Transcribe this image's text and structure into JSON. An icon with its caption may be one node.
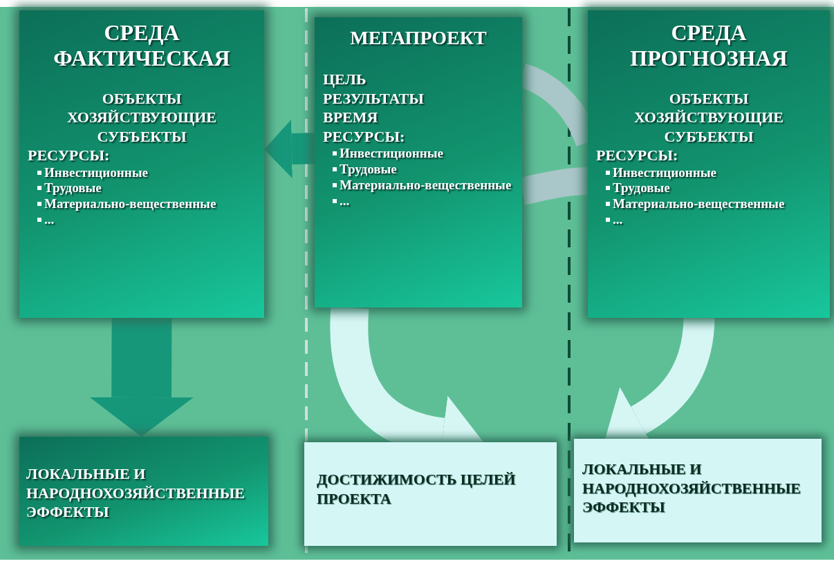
{
  "diagram": {
    "nodes": [
      {
        "text": [
          "СРЕДА ФАКТИЧЕСКАЯ",
          "ОБЪЕКТЫ ХОЗЯЙСТВУЮЩИЕ СУБЪЕКТЫ",
          "РЕСУРСЫ:",
          "Инвестиционные",
          "Трудовые",
          "Материально-вещественные",
          "..."
        ]
      },
      {
        "text": [
          "МЕГАПРОЕКТ",
          "ЦЕЛЬ",
          "РЕЗУЛЬТАТЫ",
          "ВРЕМЯ",
          "РЕСУРСЫ:",
          "Инвестиционные",
          "Трудовые",
          "Материально-вещественные",
          "..."
        ]
      },
      {
        "text": [
          "СРЕДА ПРОГНОЗНАЯ",
          "ОБЪЕКТЫ ХОЗЯЙСТВУЮЩИЕ СУБЪЕКТЫ",
          "РЕСУРСЫ:",
          "Инвестиционные",
          "Трудовые",
          "Материально-вещественные",
          "..."
        ]
      },
      {
        "text": [
          "ЛОКАЛЬНЫЕ И НАРОДНОХОЗЯЙСТВЕННЫЕ ЭФФЕКТЫ"
        ]
      },
      {
        "text": [
          "ДОСТИЖИМОСТЬ ЦЕЛЕЙ ПРОЕКТА"
        ]
      },
      {
        "text": [
          "ЛОКАЛЬНЫЕ И НАРОДНОХОЗЯЙСТВЕННЫЕ ЭФФЕКТЫ"
        ]
      }
    ],
    "edges": [
      {
        "from": 1,
        "to": 0,
        "arrow": "to",
        "color": "#17977a"
      },
      {
        "from": 0,
        "to": 3,
        "arrow": "to",
        "style": "thick",
        "color": "#17977a"
      },
      {
        "from": 1,
        "to": 4,
        "arrow": "to",
        "color": "#d6f6f4"
      },
      {
        "from": 2,
        "to": 5,
        "arrow": "to",
        "color": "#d6f6f4"
      },
      {
        "from": 1,
        "to": 2,
        "arrow": "none",
        "color": "#a9c6c8"
      },
      {
        "from": 1,
        "to": 2,
        "arrow": "none",
        "color": "#a9c6c8"
      }
    ]
  }
}
